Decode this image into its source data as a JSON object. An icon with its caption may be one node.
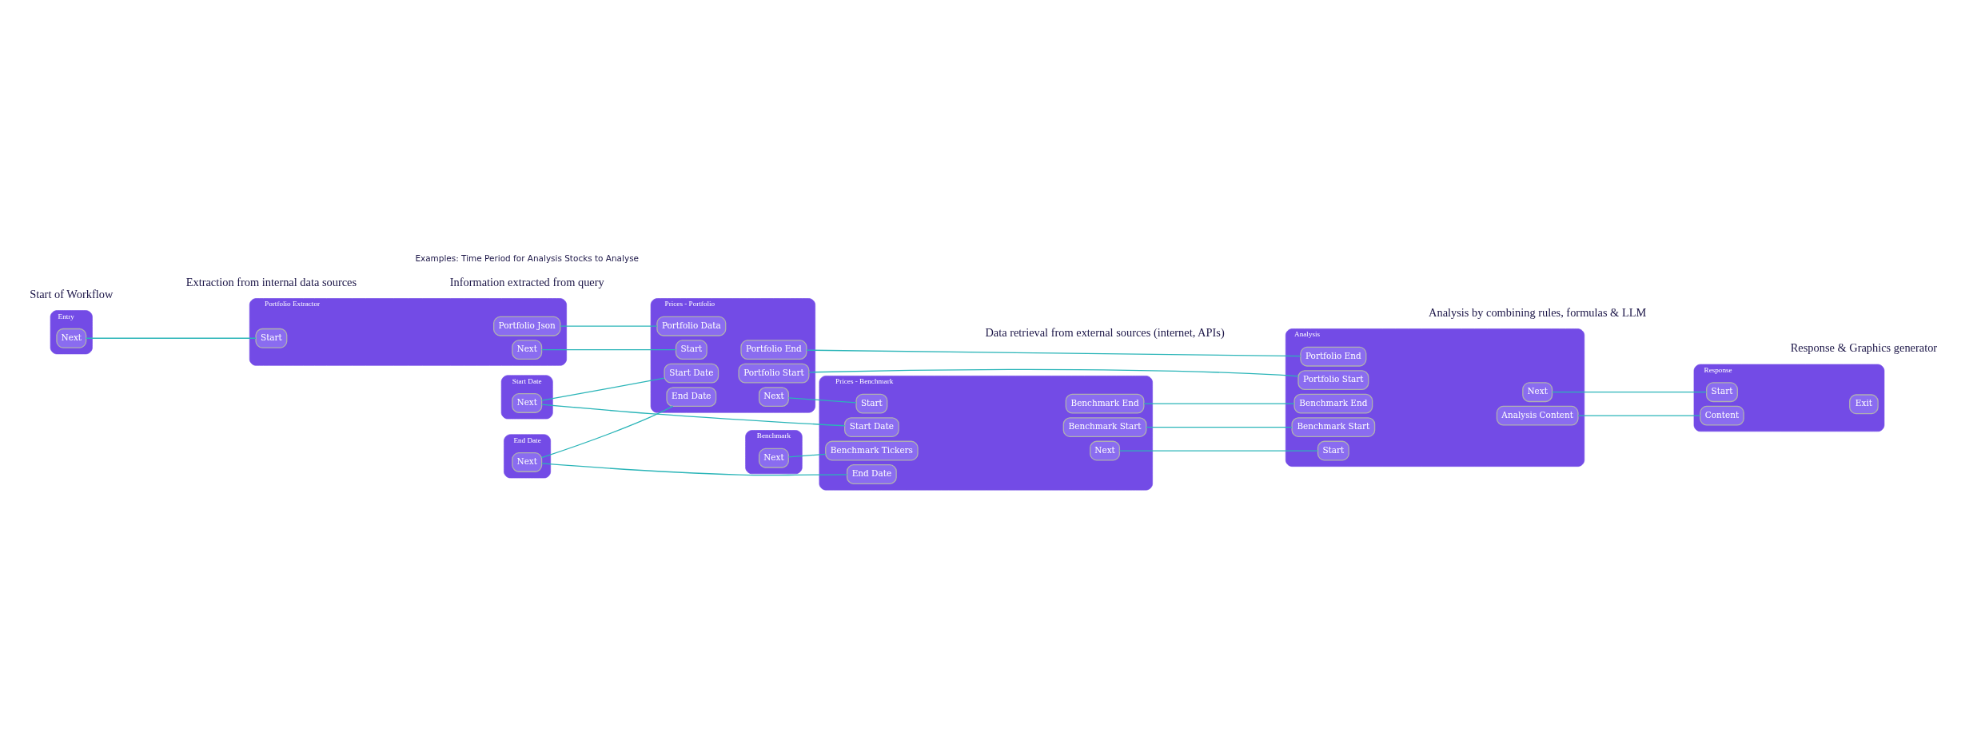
{
  "diagram": {
    "nodes": [
      {
        "text": [
          "Entry"
        ]
      },
      {
        "text": [
          "Next"
        ],
        "in": 0
      },
      {
        "text": [
          "Portfolio Extractor"
        ]
      },
      {
        "text": [
          "Start"
        ],
        "in": 2
      },
      {
        "text": [
          "Next"
        ],
        "in": 2
      },
      {
        "text": [
          "Portfolio Json"
        ],
        "in": 2
      },
      {
        "text": [
          "Prices - Portfolio"
        ]
      },
      {
        "text": [
          "Next"
        ],
        "in": 6
      },
      {
        "text": [
          "Portfolio Start"
        ],
        "in": 6
      },
      {
        "text": [
          "Portfolio End"
        ],
        "in": 6
      },
      {
        "text": [
          "Start"
        ],
        "in": 6
      },
      {
        "text": [
          "Portfolio Data"
        ],
        "in": 6
      },
      {
        "text": [
          "Start Date"
        ],
        "in": 6
      },
      {
        "text": [
          "End Date"
        ],
        "in": 6
      },
      {
        "text": [
          "Start Date"
        ]
      },
      {
        "text": [
          "Next"
        ],
        "in": 14
      },
      {
        "text": [
          "End Date"
        ]
      },
      {
        "text": [
          "Next"
        ],
        "in": 16
      },
      {
        "text": [
          "Benchmark"
        ]
      },
      {
        "text": [
          "Next"
        ],
        "in": 18
      },
      {
        "text": [
          "Prices - Benchmark"
        ]
      },
      {
        "text": [
          "Next"
        ],
        "in": 20
      },
      {
        "text": [
          "Benchmark Start"
        ],
        "in": 20
      },
      {
        "text": [
          "Benchmark End"
        ],
        "in": 20
      },
      {
        "text": [
          "Start"
        ],
        "in": 20
      },
      {
        "text": [
          "Start Date"
        ],
        "in": 20
      },
      {
        "text": [
          "End Date"
        ],
        "in": 20
      },
      {
        "text": [
          "Benchmark Tickers"
        ],
        "in": 20
      },
      {
        "text": [
          "Analysis"
        ]
      },
      {
        "text": [
          "Next"
        ],
        "in": 28
      },
      {
        "text": [
          "Analysis Content"
        ],
        "in": 28
      },
      {
        "text": [
          "Start"
        ],
        "in": 28
      },
      {
        "text": [
          "Portfolio Start"
        ],
        "in": 28
      },
      {
        "text": [
          "Portfolio End"
        ],
        "in": 28
      },
      {
        "text": [
          "Benchmark Start"
        ],
        "in": 28
      },
      {
        "text": [
          "Benchmark End"
        ],
        "in": 28
      },
      {
        "text": [
          "Response"
        ]
      },
      {
        "text": [
          "Exit"
        ],
        "in": 36
      },
      {
        "text": [
          "Start"
        ],
        "in": 36
      },
      {
        "text": [
          "Content"
        ],
        "in": 36
      }
    ],
    "edges": [
      {
        "from": 1,
        "to": 3,
        "arrow": "none"
      },
      {
        "from": 4,
        "to": 10,
        "arrow": "none"
      },
      {
        "from": 5,
        "to": 11,
        "arrow": "none"
      },
      {
        "from": 15,
        "to": 12,
        "arrow": "none"
      },
      {
        "from": 17,
        "to": 13,
        "arrow": "none"
      },
      {
        "from": 15,
        "to": 25,
        "arrow": "none"
      },
      {
        "from": 17,
        "to": 26,
        "arrow": "none"
      },
      {
        "from": 19,
        "to": 27,
        "arrow": "none"
      },
      {
        "from": 7,
        "to": 24,
        "arrow": "none"
      },
      {
        "from": 8,
        "to": 32,
        "arrow": "none"
      },
      {
        "from": 9,
        "to": 33,
        "arrow": "none"
      },
      {
        "from": 21,
        "to": 31,
        "arrow": "none"
      },
      {
        "from": 22,
        "to": 34,
        "arrow": "none"
      },
      {
        "from": 23,
        "to": 35,
        "arrow": "none"
      },
      {
        "from": 29,
        "to": 38,
        "arrow": "none"
      },
      {
        "from": 30,
        "to": 39,
        "arrow": "none"
      }
    ],
    "labels": [
      "Extraction from internal data sources",
      "Start of Workflow",
      "Information extracted from query",
      "Examples: Time Period for Analysis Stocks to Analyse",
      "Data retrieval from external sources (internet, APIs)",
      "Analysis by combining rules, formulas & LLM",
      "Response & Graphics generator"
    ]
  }
}
